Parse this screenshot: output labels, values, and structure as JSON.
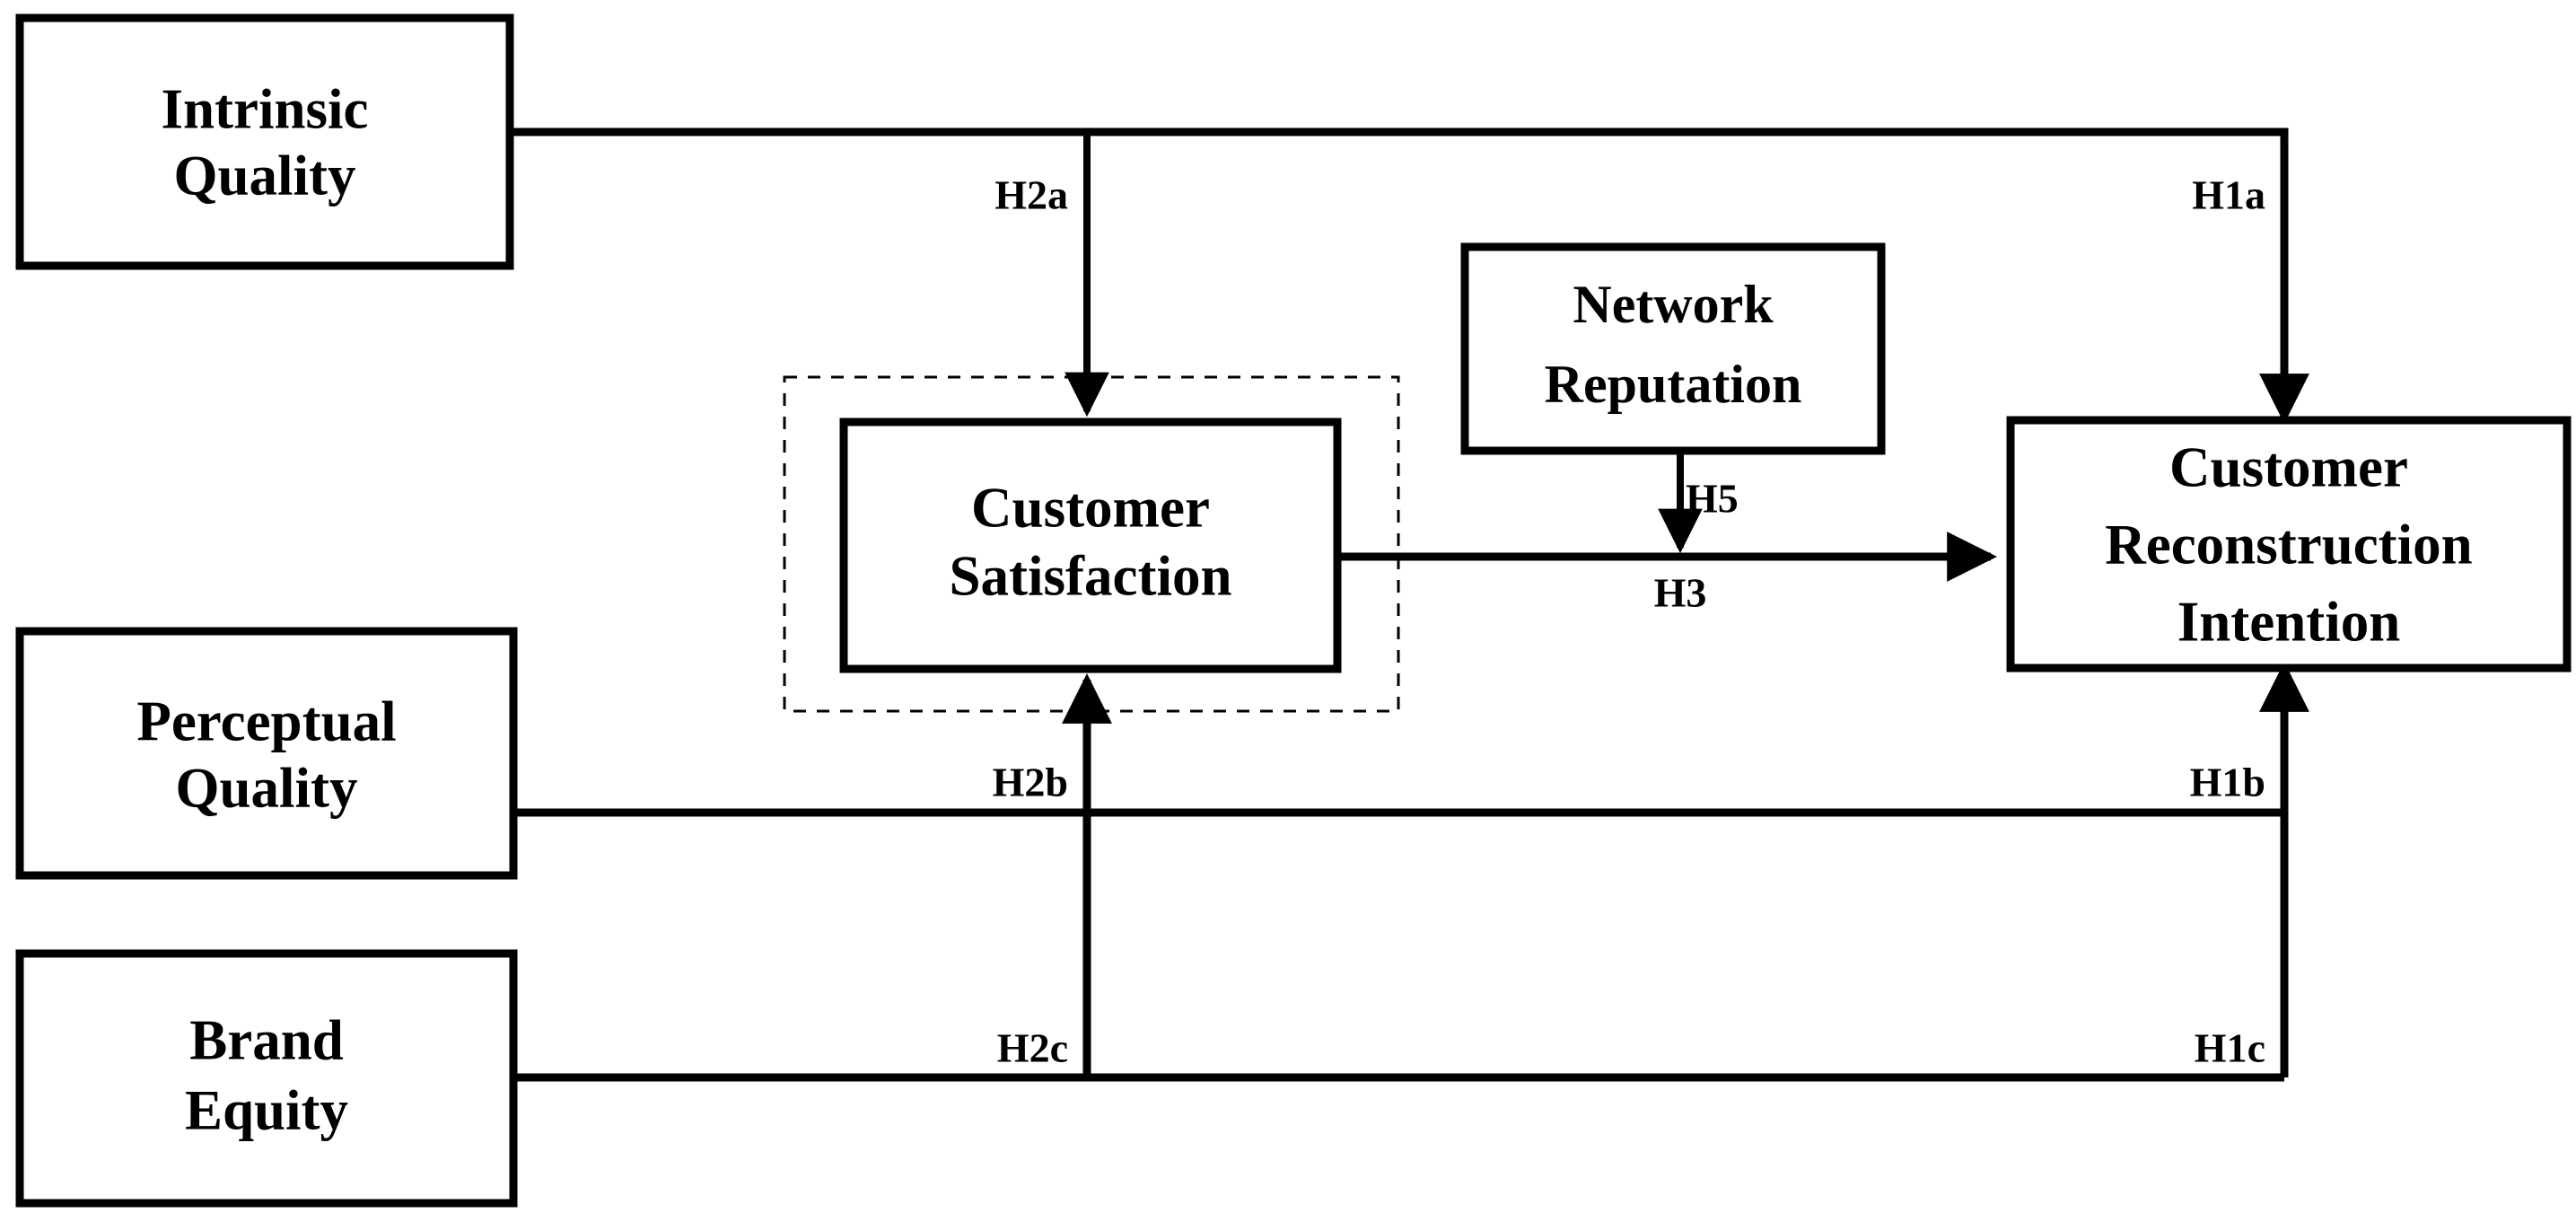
{
  "diagram": {
    "type": "conceptual-research-model",
    "background_color": "#ffffff",
    "line_color": "#000000",
    "nodes": [
      {
        "id": "intrinsic-quality",
        "label_line1": "Intrinsic",
        "label_line2": "Quality",
        "label_line3": ""
      },
      {
        "id": "perceptual-quality",
        "label_line1": "Perceptual",
        "label_line2": "Quality",
        "label_line3": ""
      },
      {
        "id": "brand-equity",
        "label_line1": "Brand",
        "label_line2": "Equity",
        "label_line3": ""
      },
      {
        "id": "customer-satisfaction",
        "label_line1": "Customer",
        "label_line2": "Satisfaction",
        "label_line3": ""
      },
      {
        "id": "network-reputation",
        "label_line1": "Network",
        "label_line2": "Reputation",
        "label_line3": ""
      },
      {
        "id": "customer-reconstruction-intention",
        "label_line1": "Customer",
        "label_line2": "Reconstruction",
        "label_line3": "Intention"
      }
    ],
    "hypotheses": [
      {
        "id": "H1a",
        "label": "H1a",
        "from": "intrinsic-quality",
        "to": "customer-reconstruction-intention"
      },
      {
        "id": "H1b",
        "label": "H1b",
        "from": "perceptual-quality",
        "to": "customer-reconstruction-intention"
      },
      {
        "id": "H1c",
        "label": "H1c",
        "from": "brand-equity",
        "to": "customer-reconstruction-intention"
      },
      {
        "id": "H2a",
        "label": "H2a",
        "from": "intrinsic-quality",
        "to": "customer-satisfaction"
      },
      {
        "id": "H2b",
        "label": "H2b",
        "from": "perceptual-quality",
        "to": "customer-satisfaction"
      },
      {
        "id": "H2c",
        "label": "H2c",
        "from": "brand-equity",
        "to": "customer-satisfaction"
      },
      {
        "id": "H3",
        "label": "H3",
        "from": "customer-satisfaction",
        "to": "customer-reconstruction-intention"
      },
      {
        "id": "H5",
        "label": "H5",
        "from": "network-reputation",
        "to": "H3"
      }
    ]
  }
}
